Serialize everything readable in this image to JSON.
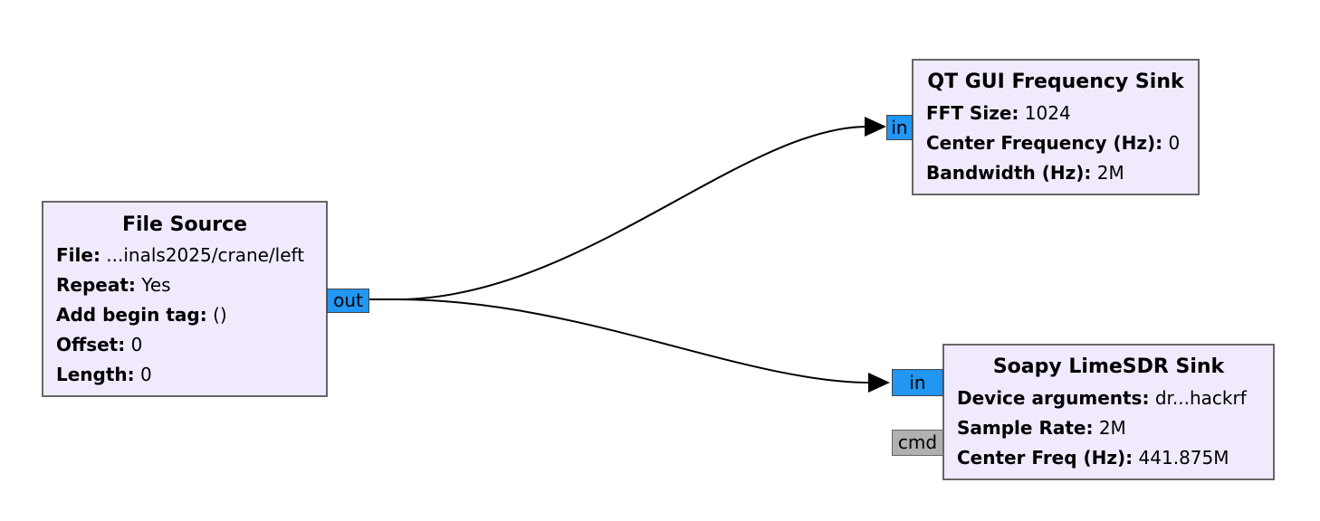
{
  "blocks": {
    "file_source": {
      "title": "File Source",
      "params": [
        {
          "key": "File:",
          "value": "...inals2025/crane/left"
        },
        {
          "key": "Repeat:",
          "value": "Yes"
        },
        {
          "key": "Add begin tag:",
          "value": "()"
        },
        {
          "key": "Offset:",
          "value": "0"
        },
        {
          "key": "Length:",
          "value": "0"
        }
      ],
      "ports": {
        "out": "out"
      }
    },
    "qt_freq_sink": {
      "title": "QT GUI Frequency Sink",
      "params": [
        {
          "key": "FFT Size:",
          "value": "1024"
        },
        {
          "key": "Center Frequency (Hz):",
          "value": "0"
        },
        {
          "key": "Bandwidth (Hz):",
          "value": "2M"
        }
      ],
      "ports": {
        "in": "in"
      }
    },
    "soapy_sink": {
      "title": "Soapy LimeSDR Sink",
      "params": [
        {
          "key": "Device arguments:",
          "value": "dr...hackrf"
        },
        {
          "key": "Sample Rate:",
          "value": "2M"
        },
        {
          "key": "Center Freq (Hz):",
          "value": "441.875M"
        }
      ],
      "ports": {
        "in": "in",
        "cmd": "cmd"
      }
    }
  },
  "connections": [
    {
      "from": "file_source.out",
      "to": "qt_freq_sink.in"
    },
    {
      "from": "file_source.out",
      "to": "soapy_sink.in"
    }
  ],
  "colors": {
    "block_fill": "#f0eafc",
    "block_border": "#666666",
    "data_port": "#2196f3",
    "message_port": "#b0b0b0",
    "wire": "#000000"
  }
}
